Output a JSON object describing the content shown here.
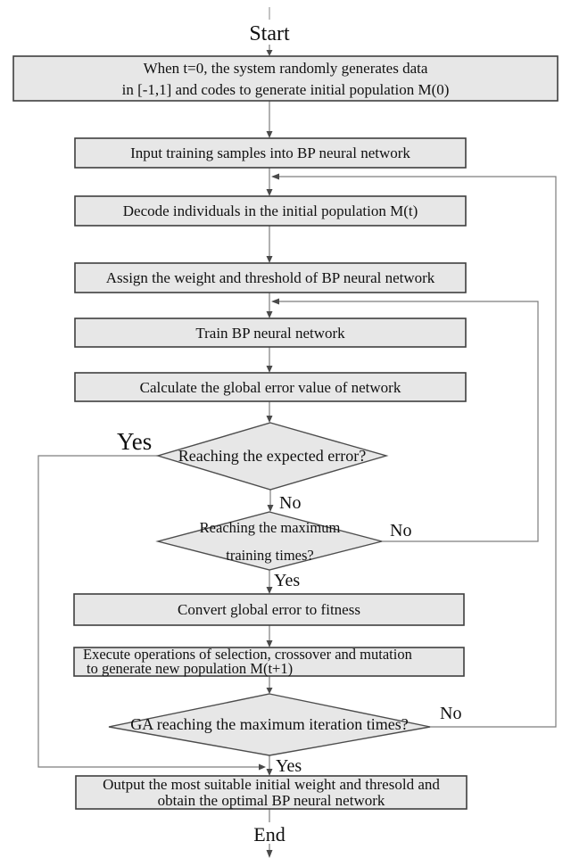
{
  "diagram": {
    "terminals": {
      "start": "Start",
      "end": "End"
    },
    "process_boxes": {
      "generate": {
        "line1": "When t=0, the system randomly generates data",
        "line2": "in [-1,1] and codes to generate initial population M(0)"
      },
      "input_samples": "Input training samples into BP neural network",
      "decode": "Decode individuals in the initial population M(t)",
      "assign": "Assign the weight and threshold of BP neural network",
      "train": "Train BP neural network",
      "global_error": "Calculate the global error value of network",
      "fitness": "Convert global error to fitness",
      "genetic_ops": {
        "line1": "Execute operations of selection, crossover and mutation",
        "line2": "to generate new population M(t+1)"
      },
      "output": {
        "line1": "Output the most suitable initial weight and thresold and",
        "line2": "obtain the optimal BP neural network"
      }
    },
    "decisions": {
      "expected_error": "Reaching the expected error?",
      "max_training": {
        "line1": "Reaching the maximum",
        "line2": "training times?"
      },
      "max_iteration": "GA reaching the maximum iteration times?"
    },
    "edge_labels": {
      "expected_error_yes": "Yes",
      "expected_error_no": "No",
      "max_training_no": "No",
      "max_training_yes": "Yes",
      "max_iteration_no": "No",
      "max_iteration_yes": "Yes"
    },
    "colors": {
      "node_fill": "#e7e7e7",
      "node_border": "#3f3f3f",
      "connector": "#7d7d7d",
      "text": "#111111",
      "background": "#ffffff"
    }
  }
}
